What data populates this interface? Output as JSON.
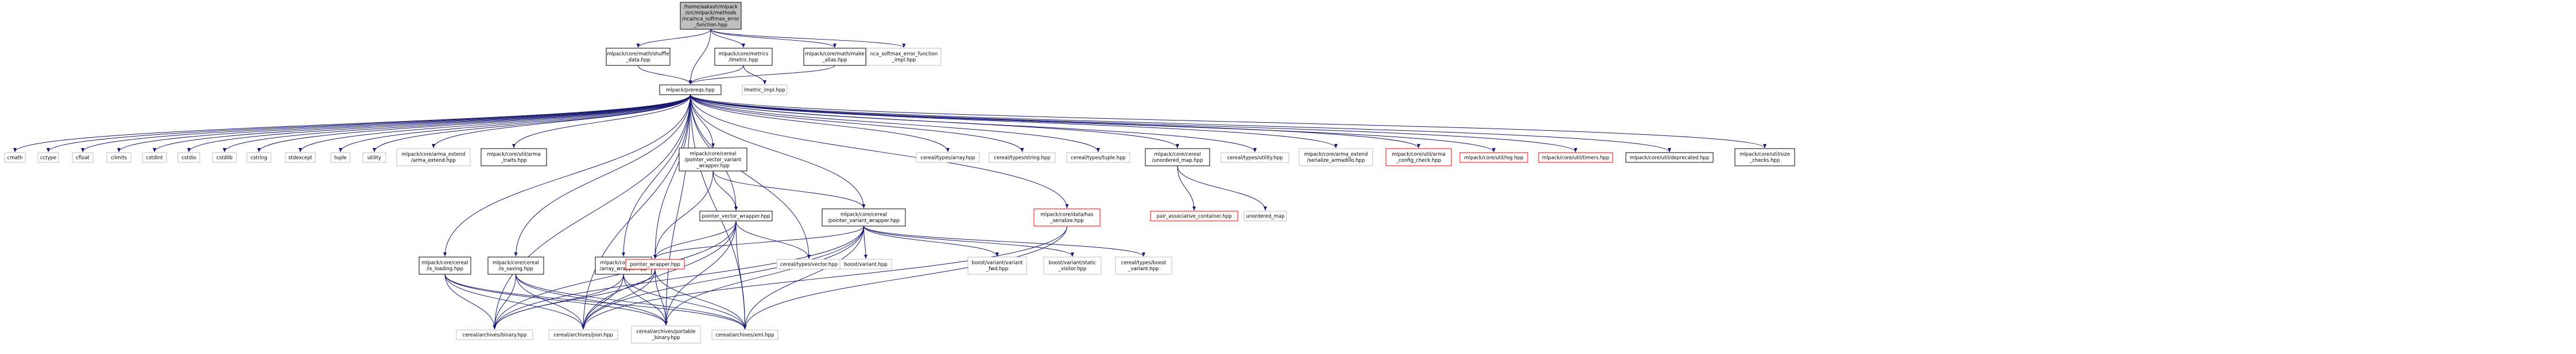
{
  "colors": {
    "root_fill": "#bfbfbf",
    "node_border": "#000000",
    "missing_border": "#bfbfbf",
    "red_border": "#ff0000",
    "edge": "#191970",
    "text": "#000000"
  },
  "nodes": [
    {
      "id": "root",
      "lines": [
        "/home/aakash/mlpack",
        "/src/mlpack/methods",
        "/nca/nca_softmax_error",
        "_function.hpp"
      ],
      "style": "root"
    },
    {
      "id": "shuffle",
      "lines": [
        "mlpack/core/math/shuffle",
        "_data.hpp"
      ],
      "style": "normal"
    },
    {
      "id": "metric",
      "lines": [
        "mlpack/core/metrics",
        "/lmetric.hpp"
      ],
      "style": "normal"
    },
    {
      "id": "make_alias",
      "lines": [
        "mlpack/core/math/make",
        "_alias.hpp"
      ],
      "style": "normal"
    },
    {
      "id": "nca_impl",
      "lines": [
        "nca_softmax_error_function",
        "_impl.hpp"
      ],
      "style": "missing"
    },
    {
      "id": "prereqs",
      "lines": [
        "mlpack/prereqs.hpp"
      ],
      "style": "normal"
    },
    {
      "id": "lmetric_impl",
      "lines": [
        "lmetric_impl.hpp"
      ],
      "style": "missing"
    },
    {
      "id": "cmath",
      "lines": [
        "cmath"
      ],
      "style": "missing"
    },
    {
      "id": "cctype",
      "lines": [
        "cctype"
      ],
      "style": "missing"
    },
    {
      "id": "cfloat",
      "lines": [
        "cfloat"
      ],
      "style": "missing"
    },
    {
      "id": "climits",
      "lines": [
        "climits"
      ],
      "style": "missing"
    },
    {
      "id": "cstdint",
      "lines": [
        "cstdint"
      ],
      "style": "missing"
    },
    {
      "id": "cstdio",
      "lines": [
        "cstdio"
      ],
      "style": "missing"
    },
    {
      "id": "cstdlib",
      "lines": [
        "cstdlib"
      ],
      "style": "missing"
    },
    {
      "id": "cstring",
      "lines": [
        "cstring"
      ],
      "style": "missing"
    },
    {
      "id": "stdexcept",
      "lines": [
        "stdexcept"
      ],
      "style": "missing"
    },
    {
      "id": "tuple",
      "lines": [
        "tuple"
      ],
      "style": "missing"
    },
    {
      "id": "utility",
      "lines": [
        "utility"
      ],
      "style": "missing"
    },
    {
      "id": "arma_extend",
      "lines": [
        "mlpack/core/arma_extend",
        "/arma_extend.hpp"
      ],
      "style": "missing"
    },
    {
      "id": "arma_traits",
      "lines": [
        "mlpack/core/util/arma",
        "_traits.hpp"
      ],
      "style": "normal"
    },
    {
      "id": "ptr_vec_variant",
      "lines": [
        "mlpack/core/cereal",
        "/pointer_vector_variant",
        "_wrapper.hpp"
      ],
      "style": "normal"
    },
    {
      "id": "cereal_array",
      "lines": [
        "cereal/types/array.hpp"
      ],
      "style": "missing"
    },
    {
      "id": "cereal_string",
      "lines": [
        "cereal/types/string.hpp"
      ],
      "style": "missing"
    },
    {
      "id": "cereal_tuple",
      "lines": [
        "cereal/types/tuple.hpp"
      ],
      "style": "missing"
    },
    {
      "id": "unordered_map",
      "lines": [
        "mlpack/core/cereal",
        "/unordered_map.hpp"
      ],
      "style": "normal"
    },
    {
      "id": "cereal_utility",
      "lines": [
        "cereal/types/utility.hpp"
      ],
      "style": "missing"
    },
    {
      "id": "serialize_armadillo",
      "lines": [
        "mlpack/core/arma_extend",
        "/serialize_armadillo.hpp"
      ],
      "style": "missing"
    },
    {
      "id": "arma_config",
      "lines": [
        "mlpack/core/util/arma",
        "_config_check.hpp"
      ],
      "style": "red"
    },
    {
      "id": "log",
      "lines": [
        "mlpack/core/util/log.hpp"
      ],
      "style": "red"
    },
    {
      "id": "timers",
      "lines": [
        "mlpack/core/util/timers.hpp"
      ],
      "style": "red"
    },
    {
      "id": "deprecated",
      "lines": [
        "mlpack/core/util/deprecated.hpp"
      ],
      "style": "normal"
    },
    {
      "id": "size_checks",
      "lines": [
        "mlpack/core/util/size",
        "_checks.hpp"
      ],
      "style": "normal"
    },
    {
      "id": "has_serialize",
      "lines": [
        "mlpack/core/data/has",
        "_serialize.hpp"
      ],
      "style": "red"
    },
    {
      "id": "pair_assoc",
      "lines": [
        "pair_associative_container.hpp"
      ],
      "style": "red"
    },
    {
      "id": "unordered_map_std",
      "lines": [
        "unordered_map"
      ],
      "style": "missing"
    },
    {
      "id": "ptr_vec_wrapper",
      "lines": [
        "pointer_vector_wrapper.hpp"
      ],
      "style": "normal"
    },
    {
      "id": "ptr_variant",
      "lines": [
        "mlpack/core/cereal",
        "/pointer_variant_wrapper.hpp"
      ],
      "style": "normal"
    },
    {
      "id": "is_loading",
      "lines": [
        "mlpack/core/cereal",
        "/is_loading.hpp"
      ],
      "style": "normal"
    },
    {
      "id": "is_saving",
      "lines": [
        "mlpack/core/cereal",
        "/is_saving.hpp"
      ],
      "style": "normal"
    },
    {
      "id": "array_wrapper",
      "lines": [
        "mlpack/core/cereal",
        "/array_wrapper.hpp"
      ],
      "style": "normal"
    },
    {
      "id": "pointer_wrapper",
      "lines": [
        "pointer_wrapper.hpp"
      ],
      "style": "red"
    },
    {
      "id": "cereal_vector",
      "lines": [
        "cereal/types/vector.hpp"
      ],
      "style": "missing"
    },
    {
      "id": "boost_variant",
      "lines": [
        "boost/variant.hpp"
      ],
      "style": "missing"
    },
    {
      "id": "boost_variant_fwd",
      "lines": [
        "boost/variant/variant",
        "_fwd.hpp"
      ],
      "style": "missing"
    },
    {
      "id": "boost_static_visitor",
      "lines": [
        "boost/variant/static",
        "_visitor.hpp"
      ],
      "style": "missing"
    },
    {
      "id": "cereal_boost_variant",
      "lines": [
        "cereal/types/boost",
        "_variant.hpp"
      ],
      "style": "missing"
    },
    {
      "id": "binary",
      "lines": [
        "cereal/archives/binary.hpp"
      ],
      "style": "missing"
    },
    {
      "id": "json",
      "lines": [
        "cereal/archives/json.hpp"
      ],
      "style": "missing"
    },
    {
      "id": "portable_binary",
      "lines": [
        "cereal/archives/portable",
        "_binary.hpp"
      ],
      "style": "missing"
    },
    {
      "id": "xml",
      "lines": [
        "cereal/archives/xml.hpp"
      ],
      "style": "missing"
    }
  ],
  "edges": [
    [
      "root",
      "shuffle"
    ],
    [
      "root",
      "metric"
    ],
    [
      "root",
      "make_alias"
    ],
    [
      "root",
      "nca_impl"
    ],
    [
      "root",
      "prereqs"
    ],
    [
      "shuffle",
      "prereqs"
    ],
    [
      "metric",
      "prereqs"
    ],
    [
      "metric",
      "lmetric_impl"
    ],
    [
      "make_alias",
      "prereqs"
    ],
    [
      "prereqs",
      "cmath"
    ],
    [
      "prereqs",
      "cctype"
    ],
    [
      "prereqs",
      "cfloat"
    ],
    [
      "prereqs",
      "climits"
    ],
    [
      "prereqs",
      "cstdint"
    ],
    [
      "prereqs",
      "cstdio"
    ],
    [
      "prereqs",
      "cstdlib"
    ],
    [
      "prereqs",
      "cstring"
    ],
    [
      "prereqs",
      "stdexcept"
    ],
    [
      "prereqs",
      "tuple"
    ],
    [
      "prereqs",
      "utility"
    ],
    [
      "prereqs",
      "arma_extend"
    ],
    [
      "prereqs",
      "arma_traits"
    ],
    [
      "prereqs",
      "ptr_vec_variant"
    ],
    [
      "prereqs",
      "cereal_array"
    ],
    [
      "prereqs",
      "cereal_string"
    ],
    [
      "prereqs",
      "cereal_tuple"
    ],
    [
      "prereqs",
      "unordered_map"
    ],
    [
      "prereqs",
      "cereal_utility"
    ],
    [
      "prereqs",
      "serialize_armadillo"
    ],
    [
      "prereqs",
      "arma_config"
    ],
    [
      "prereqs",
      "log"
    ],
    [
      "prereqs",
      "timers"
    ],
    [
      "prereqs",
      "deprecated"
    ],
    [
      "prereqs",
      "size_checks"
    ],
    [
      "prereqs",
      "has_serialize"
    ],
    [
      "prereqs",
      "ptr_vec_wrapper"
    ],
    [
      "prereqs",
      "ptr_variant"
    ],
    [
      "prereqs",
      "is_loading"
    ],
    [
      "prereqs",
      "is_saving"
    ],
    [
      "prereqs",
      "array_wrapper"
    ],
    [
      "prereqs",
      "pointer_wrapper"
    ],
    [
      "prereqs",
      "cereal_vector"
    ],
    [
      "prereqs",
      "binary"
    ],
    [
      "prereqs",
      "json"
    ],
    [
      "prereqs",
      "portable_binary"
    ],
    [
      "prereqs",
      "xml"
    ],
    [
      "unordered_map",
      "pair_assoc"
    ],
    [
      "unordered_map",
      "unordered_map_std"
    ],
    [
      "ptr_vec_variant",
      "ptr_vec_wrapper"
    ],
    [
      "ptr_vec_variant",
      "ptr_variant"
    ],
    [
      "ptr_vec_variant",
      "pointer_wrapper"
    ],
    [
      "ptr_vec_wrapper",
      "pointer_wrapper"
    ],
    [
      "ptr_vec_wrapper",
      "cereal_vector"
    ],
    [
      "ptr_vec_wrapper",
      "binary"
    ],
    [
      "ptr_vec_wrapper",
      "json"
    ],
    [
      "ptr_vec_wrapper",
      "portable_binary"
    ],
    [
      "ptr_vec_wrapper",
      "xml"
    ],
    [
      "ptr_variant",
      "pointer_wrapper"
    ],
    [
      "ptr_variant",
      "boost_variant"
    ],
    [
      "ptr_variant",
      "boost_variant_fwd"
    ],
    [
      "ptr_variant",
      "boost_static_visitor"
    ],
    [
      "ptr_variant",
      "cereal_boost_variant"
    ],
    [
      "ptr_variant",
      "binary"
    ],
    [
      "ptr_variant",
      "json"
    ],
    [
      "ptr_variant",
      "portable_binary"
    ],
    [
      "ptr_variant",
      "xml"
    ],
    [
      "is_loading",
      "binary"
    ],
    [
      "is_loading",
      "json"
    ],
    [
      "is_loading",
      "portable_binary"
    ],
    [
      "is_loading",
      "xml"
    ],
    [
      "is_saving",
      "binary"
    ],
    [
      "is_saving",
      "json"
    ],
    [
      "is_saving",
      "portable_binary"
    ],
    [
      "is_saving",
      "xml"
    ],
    [
      "array_wrapper",
      "binary"
    ],
    [
      "array_wrapper",
      "json"
    ],
    [
      "array_wrapper",
      "portable_binary"
    ],
    [
      "array_wrapper",
      "xml"
    ],
    [
      "pointer_wrapper",
      "binary"
    ],
    [
      "pointer_wrapper",
      "json"
    ],
    [
      "pointer_wrapper",
      "portable_binary"
    ],
    [
      "pointer_wrapper",
      "xml"
    ],
    [
      "has_serialize",
      "xml"
    ],
    [
      "has_serialize",
      "json"
    ]
  ]
}
